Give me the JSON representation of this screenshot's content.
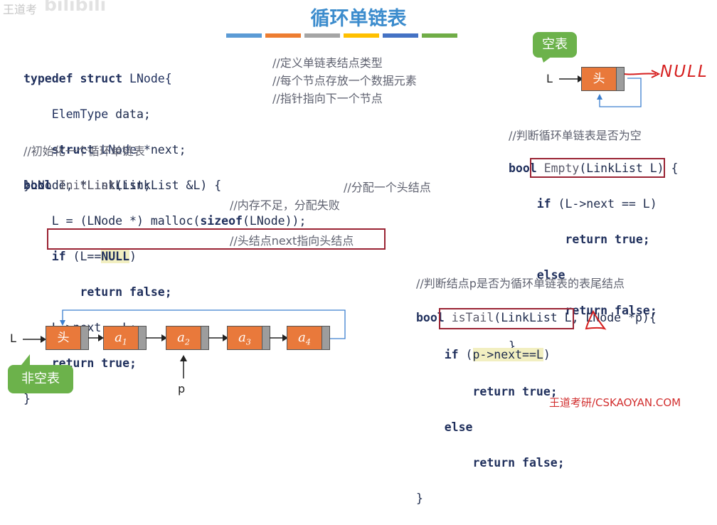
{
  "watermark": {
    "left": "王道考",
    "right": "bilibili"
  },
  "title": "循环单链表",
  "title_bar_colors": [
    "#5b9bd5",
    "#ed7d31",
    "#a5a5a5",
    "#ffc000",
    "#4472c4",
    "#70ad47"
  ],
  "struct_code": {
    "l1_kw1": "typedef",
    "l1_kw2": "struct",
    "l1_name": "LNode{",
    "l1_cm": "//定义单链表结点类型",
    "l2_type": "ElemType",
    "l2_var": "data;",
    "l2_cm": "//每个节点存放一个数据元素",
    "l3_kw": "struct",
    "l3_type": "LNode",
    "l3_var": "*next;",
    "l3_cm": "//指针指向下一个节点",
    "l4": "}LNode, *LinkList;"
  },
  "init_code": {
    "cm": "//初始化一个循环单链表",
    "l1_kw": "bool",
    "l1_fn": "InitList",
    "l1_rest": "(LinkList &L) {",
    "l2_a": "L = (LNode *) malloc(",
    "l2_kw": "sizeof",
    "l2_b": "(LNode));",
    "l2_cm": "//分配一个头结点",
    "l3_kw": "if",
    "l3_a": " (L==",
    "l3_null": "NULL",
    "l3_b": ")",
    "l3_cm": "//内存不足，分配失败",
    "l4_kw1": "return",
    "l4_kw2": "false;",
    "l5_code": "L->next = L;",
    "l5_cm": "//头结点next指向头结点",
    "l6_kw1": "return",
    "l6_kw2": "true;",
    "l7": "}"
  },
  "empty_code": {
    "tag": "空表",
    "l_label": "L",
    "head_label": "头",
    "null_annotation": "NULL",
    "cm": "//判断循环单链表是否为空",
    "l1_kw": "bool",
    "l1_fn": "Empty",
    "l1_rest": "(LinkList L) {",
    "l2_kw": "if",
    "l2_rest": " (L->next == L)",
    "l3_kw1": "return",
    "l3_kw2": "true;",
    "l4_kw": "else",
    "l5_kw1": "return",
    "l5_kw2": "false;",
    "l6": "}"
  },
  "istail_code": {
    "cm": "//判断结点p是否为循环单链表的表尾结点",
    "l1_kw": "bool",
    "l1_fn": "isTail",
    "l1_rest": "(LinkList L, LNode *p){",
    "l2_kw": "if",
    "l2_a": " (",
    "l2_hl": "p->next==L",
    "l2_b": ")",
    "l3_kw1": "return",
    "l3_kw2": "true;",
    "l4_kw": "else",
    "l5_kw1": "return",
    "l5_kw2": "false;",
    "l6": "}"
  },
  "diagram": {
    "l_label": "L",
    "head_label": "头",
    "nodes": [
      {
        "base": "a",
        "sub": "1"
      },
      {
        "base": "a",
        "sub": "2"
      },
      {
        "base": "a",
        "sub": "3"
      },
      {
        "base": "a",
        "sub": "4"
      }
    ],
    "p_label": "p",
    "tag": "非空表"
  },
  "footer": "王道考研/CSKAOYAN.COM"
}
